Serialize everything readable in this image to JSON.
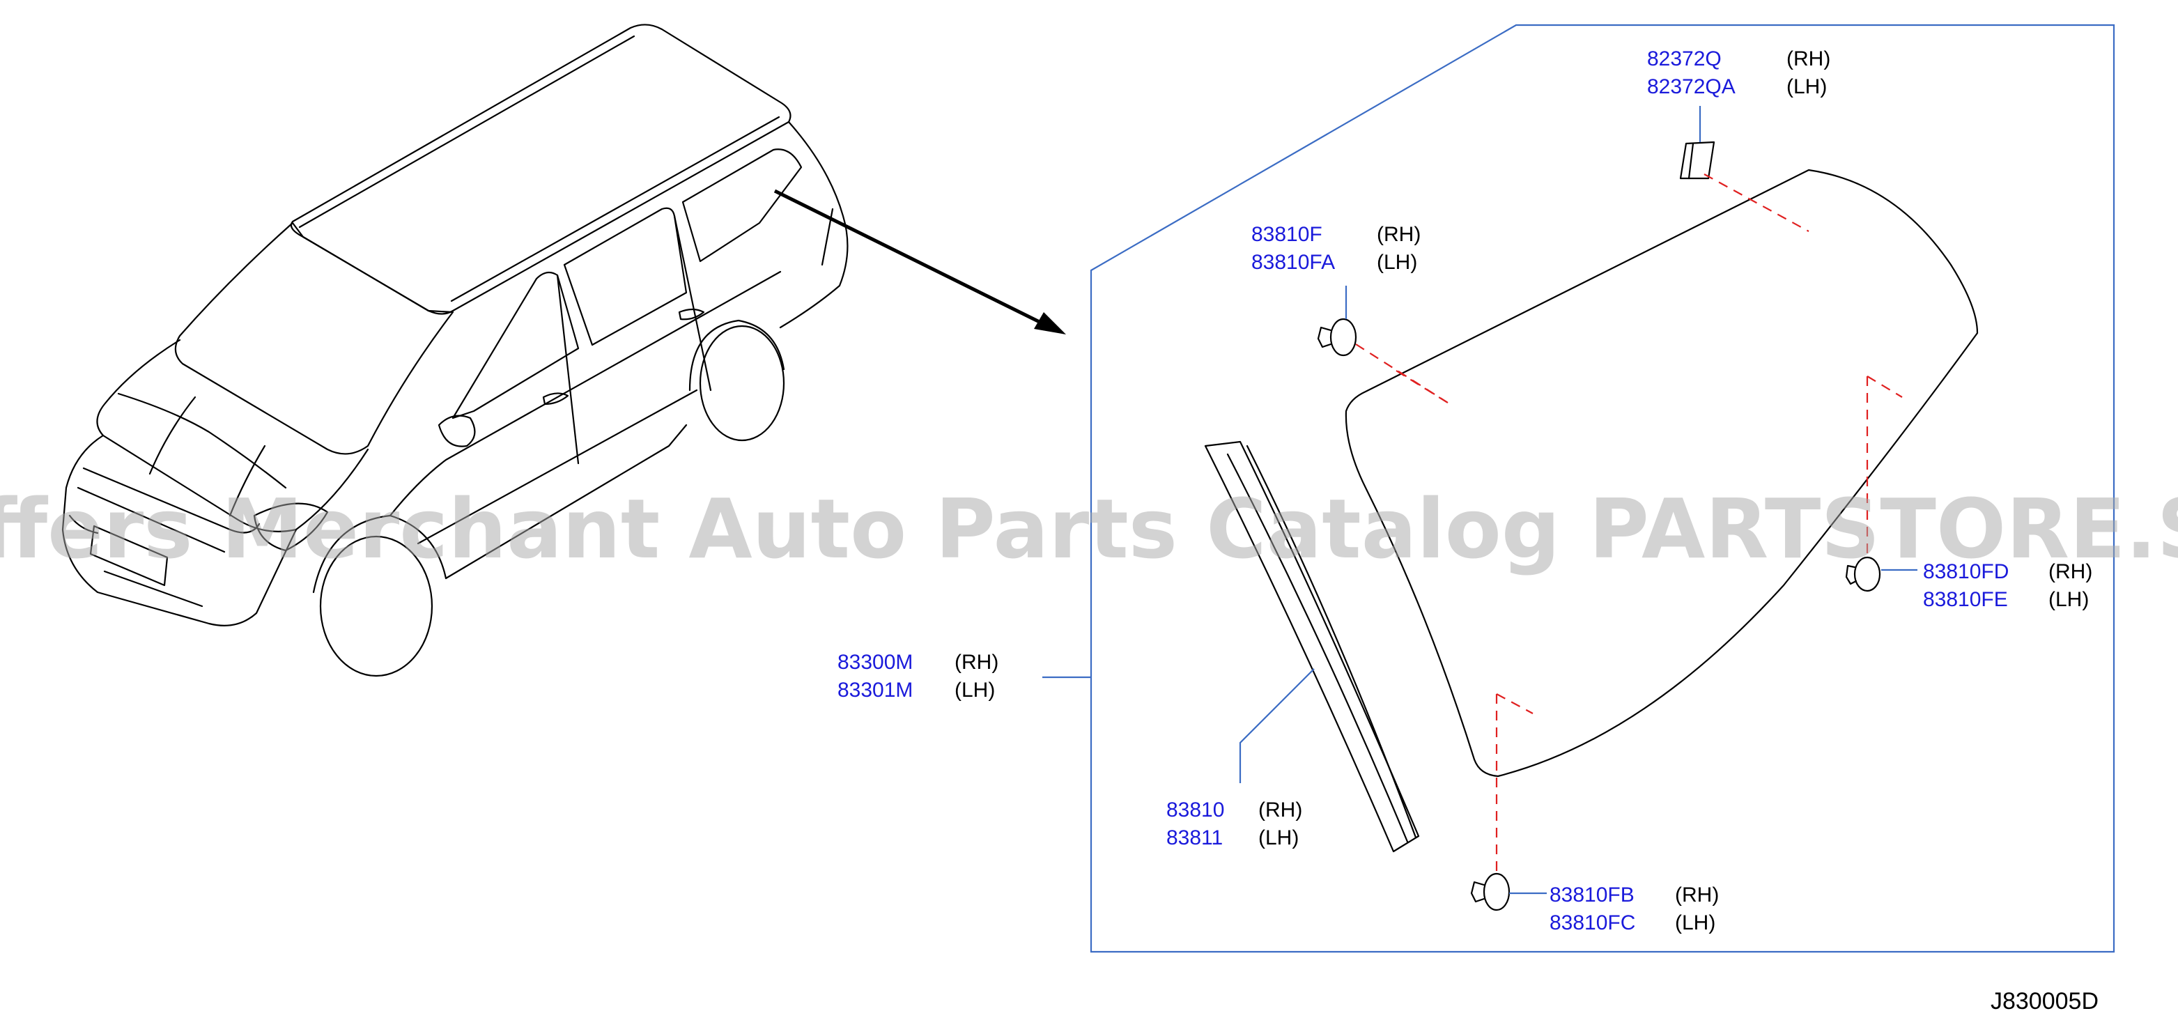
{
  "diagram": {
    "reference_code": "J830005D",
    "watermark": "Offers Merchant Auto Parts Catalog PARTSTORE.SA",
    "callouts": [
      {
        "id": "82372q",
        "pn_rh": "82372Q",
        "pn_lh": "82372QA",
        "rh": "(RH)",
        "lh": "(LH)"
      },
      {
        "id": "83810f",
        "pn_rh": "83810F",
        "pn_lh": "83810FA",
        "rh": "(RH)",
        "lh": "(LH)"
      },
      {
        "id": "83810fd",
        "pn_rh": "83810FD",
        "pn_lh": "83810FE",
        "rh": "(RH)",
        "lh": "(LH)"
      },
      {
        "id": "83300m",
        "pn_rh": "83300M",
        "pn_lh": "83301M",
        "rh": "(RH)",
        "lh": "(LH)"
      },
      {
        "id": "83810",
        "pn_rh": "83810",
        "pn_lh": "83811",
        "rh": "(RH)",
        "lh": "(LH)"
      },
      {
        "id": "83810fb",
        "pn_rh": "83810FB",
        "pn_lh": "83810FC",
        "rh": "(RH)",
        "lh": "(LH)"
      }
    ],
    "colors": {
      "part_number": "#1a1adb",
      "frame": "#3b6cc4",
      "dashed_guide": "#e02020",
      "line": "#000000"
    }
  }
}
